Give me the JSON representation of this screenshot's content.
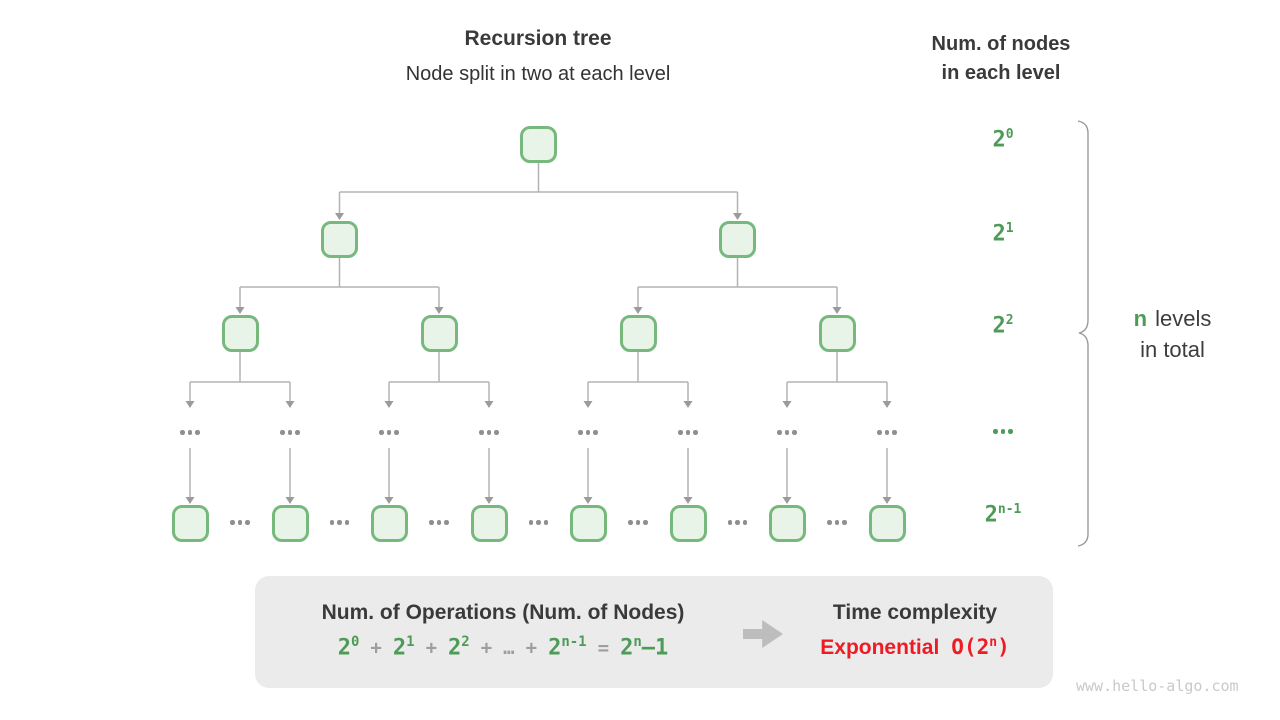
{
  "title": {
    "main": "Recursion tree",
    "subtitle": "Node split in two at each level"
  },
  "right_panel": {
    "header_line1": "Num. of nodes",
    "header_line2": "in each level",
    "levels": [
      {
        "base": "2",
        "sup": "0"
      },
      {
        "base": "2",
        "sup": "1"
      },
      {
        "base": "2",
        "sup": "2"
      },
      {
        "ellipsis": true
      },
      {
        "base": "2",
        "sup": "n-1"
      }
    ],
    "brace_label": {
      "highlight": "n",
      "rest_line1": "levels",
      "line2": "in total"
    }
  },
  "tree": {
    "branching": 2,
    "drawn_node_rows": 4,
    "leaf_count": 8,
    "ellipsis_rows": 2
  },
  "summary": {
    "operations_heading": "Num. of Operations (Num. of Nodes)",
    "formula": [
      {
        "text": "2",
        "sup": "0",
        "color": "green"
      },
      {
        "text": "+",
        "color": "gray"
      },
      {
        "text": "2",
        "sup": "1",
        "color": "green"
      },
      {
        "text": "+",
        "color": "gray"
      },
      {
        "text": "2",
        "sup": "2",
        "color": "green"
      },
      {
        "text": "+",
        "color": "gray"
      },
      {
        "text": "…",
        "color": "gray"
      },
      {
        "text": "+",
        "color": "gray"
      },
      {
        "text": "2",
        "sup": "n-1",
        "color": "green"
      },
      {
        "text": "=",
        "color": "gray"
      },
      {
        "text": "2",
        "sup": "n",
        "tail": "–1",
        "color": "green"
      }
    ],
    "complexity_heading": "Time complexity",
    "complexity": {
      "word": "Exponential",
      "notation_prefix": "O(2",
      "notation_sup": "n",
      "notation_suffix": ")"
    }
  },
  "watermark": "www.hello-algo.com",
  "colors": {
    "green_text": "#4e9b58",
    "node_border": "#77b97d",
    "node_fill": "#e9f4e8",
    "line_gray": "#b3b3b3",
    "arrowhead_gray": "#9b9b9b",
    "dark_text": "#3a3a3a",
    "operator_gray": "#9e9e9e",
    "red": "#ed1c24",
    "box_bg": "#ebebeb",
    "block_arrow_gray": "#bdbdbd",
    "watermark_gray": "#c9c9c9"
  }
}
